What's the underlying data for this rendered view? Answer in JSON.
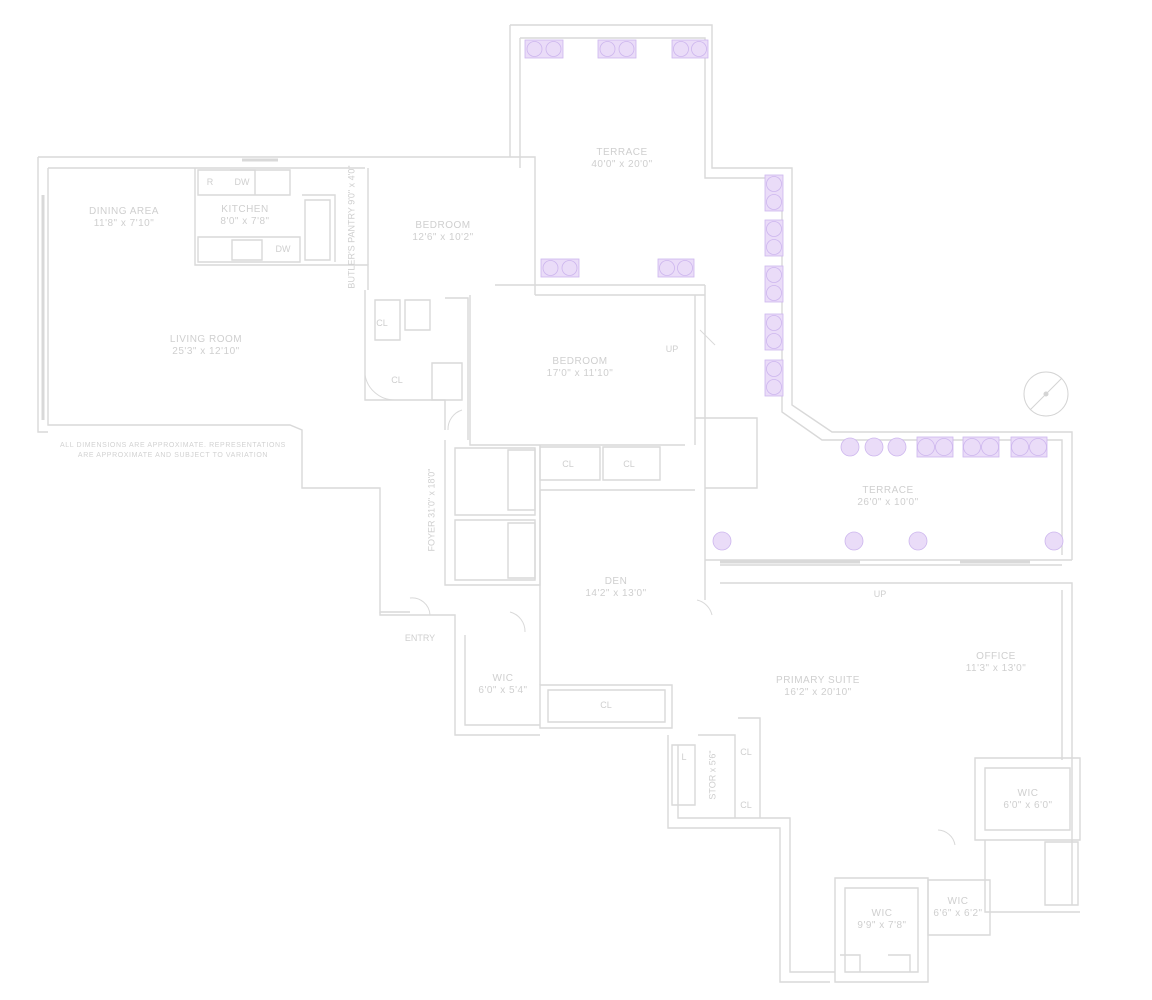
{
  "rooms": {
    "dining": {
      "name": "DINING AREA",
      "dims": "11'8\" x 7'10\""
    },
    "kitchen": {
      "name": "KITCHEN",
      "dims": "8'0\" x 7'8\""
    },
    "butlers_pantry": {
      "name": "BUTLER'S PANTRY",
      "dims": "9'0\" x 4'0\""
    },
    "bedroom1": {
      "name": "BEDROOM",
      "dims": "12'6\" x 10'2\""
    },
    "terrace_top": {
      "name": "TERRACE",
      "dims": "40'0\" x 20'0\""
    },
    "living": {
      "name": "LIVING ROOM",
      "dims": "25'3\" x 12'10\""
    },
    "bedroom2": {
      "name": "BEDROOM",
      "dims": "17'0\" x 11'10\""
    },
    "terrace_right": {
      "name": "TERRACE",
      "dims": "26'0\" x 10'0\""
    },
    "foyer": {
      "name": "FOYER",
      "dims": "31'0\" x 18'0\""
    },
    "den": {
      "name": "DEN",
      "dims": "14'2\" x 13'0\""
    },
    "office": {
      "name": "OFFICE",
      "dims": "11'3\" x 13'0\""
    },
    "primary": {
      "name": "PRIMARY SUITE",
      "dims": "16'2\" x 20'10\""
    },
    "wic1": {
      "name": "WIC",
      "dims": "6'0\" x 5'4\""
    },
    "wic2": {
      "name": "WIC",
      "dims": "6'0\" x 6'0\""
    },
    "wic3": {
      "name": "WIC",
      "dims": "9'9\" x 7'8\""
    },
    "wic4": {
      "name": "WIC",
      "dims": "6'6\" x 6'2\""
    }
  },
  "closets": [
    "CL",
    "CL",
    "CL",
    "CL",
    "CL",
    "CL",
    "CL"
  ],
  "fixtures": {
    "fridge": "R",
    "dishwasher": "DW",
    "dishwasher2": "DW",
    "linen": "L"
  },
  "entry_label": "ENTRY",
  "up_labels": [
    "UP",
    "UP"
  ],
  "secondary_room": "STOR x 5'6\"",
  "disclaimer": [
    "ALL DIMENSIONS ARE APPROXIMATE. REPRESENTATIONS",
    "ARE APPROXIMATE AND SUBJECT TO VARIATION"
  ],
  "colors": {
    "wall": "#d9d9d9",
    "planter_fill": "#eadcf8",
    "planter_stroke": "#cdb6ee",
    "text": "#cfcfcf"
  }
}
